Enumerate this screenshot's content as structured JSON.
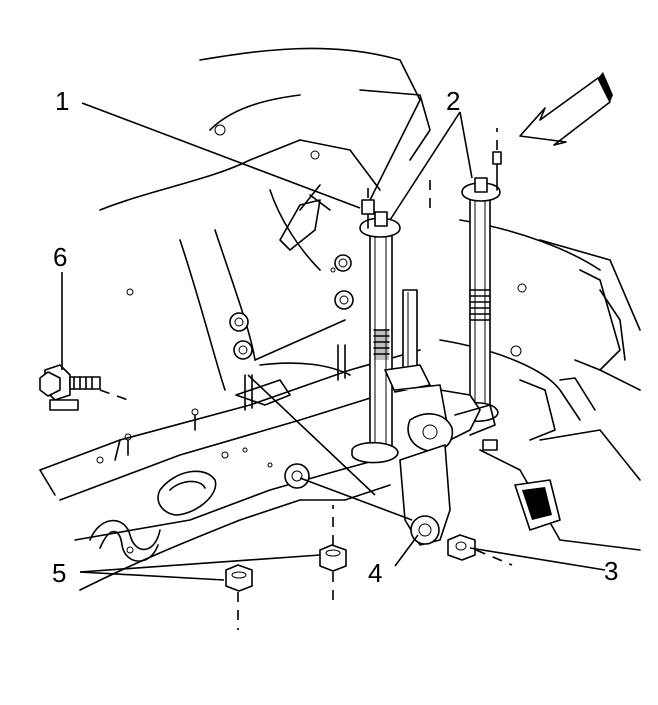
{
  "callouts": [
    {
      "id": "1",
      "label": "1"
    },
    {
      "id": "2",
      "label": "2"
    },
    {
      "id": "3",
      "label": "3"
    },
    {
      "id": "4",
      "label": "4"
    },
    {
      "id": "5",
      "label": "5"
    },
    {
      "id": "6",
      "label": "6"
    }
  ],
  "direction_arrow": {
    "icon": "front-direction-arrow-icon"
  },
  "colors": {
    "line": "#000000",
    "background": "#ffffff"
  }
}
